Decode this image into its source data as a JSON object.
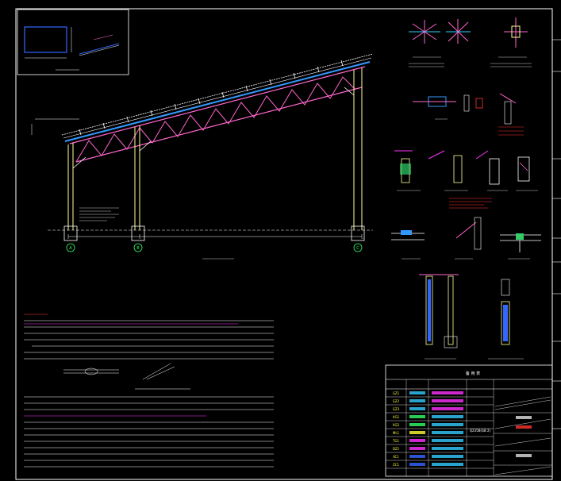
{
  "canvas": {
    "background": "#000000"
  },
  "colors": {
    "frame": "#ffffff",
    "truss": "#ff66cc",
    "rafter": "#3399ff",
    "column": "#ffff99",
    "note_red": "#ff3333",
    "note_magenta": "#ff33ff",
    "table_cyan": "#33ccff",
    "table_green": "#33ff66"
  },
  "elevation": {
    "axes": [
      "A",
      "B",
      "C"
    ]
  },
  "table": {
    "title": "备 用 表",
    "material": "Q235B(GB 2)",
    "codes": [
      "GZ1",
      "GZ2",
      "GZ3",
      "XG1",
      "XG2",
      "ML1",
      "TG1",
      "DZ1",
      "XC1",
      "ZC1"
    ]
  }
}
